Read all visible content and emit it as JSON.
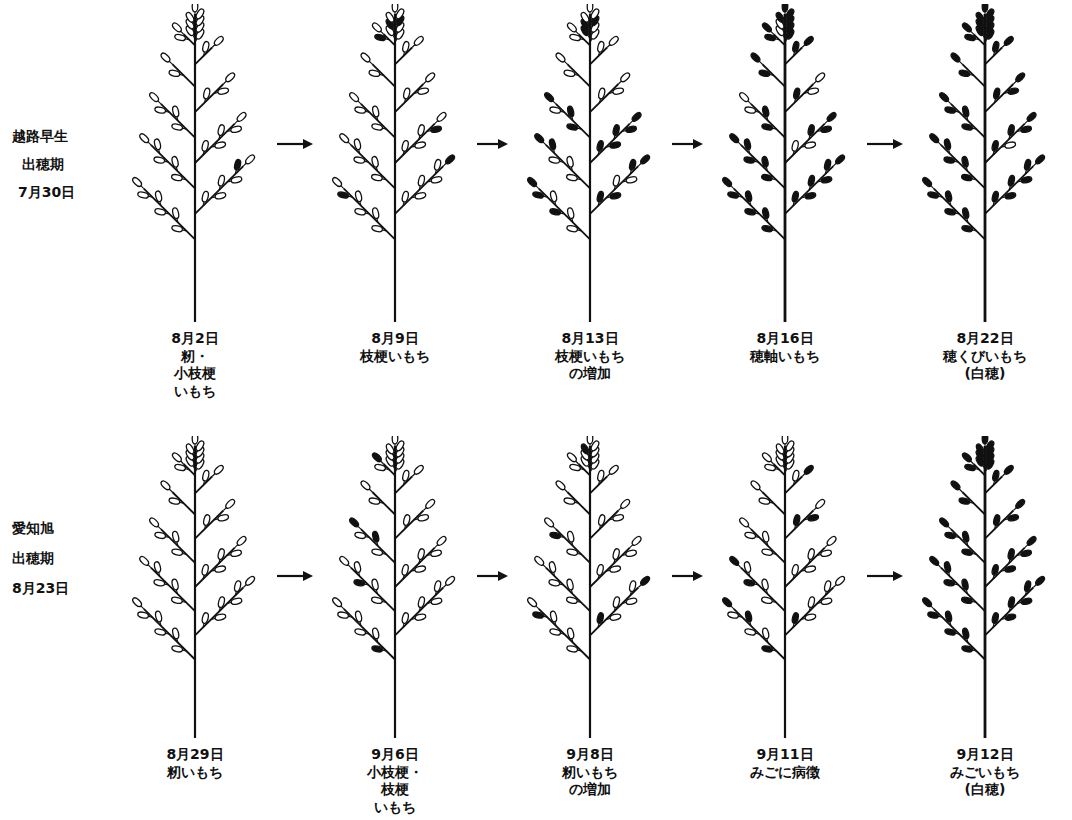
{
  "diagram": {
    "nodes": [
      {
        "text": [
          "8月2日",
          "籾・小枝梗 いもち"
        ]
      },
      {
        "text": [
          "8月9日",
          "枝梗いもち"
        ]
      },
      {
        "text": [
          "8月13日",
          "枝梗いもち の増加"
        ]
      },
      {
        "text": [
          "8月16日",
          "穂軸いもち"
        ]
      },
      {
        "text": [
          "8月22日",
          "穂くびいもち (白穂)"
        ]
      },
      {
        "text": [
          "8月29日",
          "籾いもち"
        ]
      },
      {
        "text": [
          "9月6日",
          "小枝梗・枝梗 いもち"
        ]
      },
      {
        "text": [
          "9月8日",
          "籾いもち の増加"
        ]
      },
      {
        "text": [
          "9月11日",
          "みごに病徴"
        ]
      },
      {
        "text": [
          "9月12日",
          "みごいもち (白穂)"
        ]
      }
    ],
    "edges": [
      {
        "from": 0,
        "to": 1,
        "arrow": "to"
      },
      {
        "from": 1,
        "to": 2,
        "arrow": "to"
      },
      {
        "from": 2,
        "to": 3,
        "arrow": "to"
      },
      {
        "from": 3,
        "to": 4,
        "arrow": "to"
      },
      {
        "from": 5,
        "to": 6,
        "arrow": "to"
      },
      {
        "from": 6,
        "to": 7,
        "arrow": "to"
      },
      {
        "from": 7,
        "to": 8,
        "arrow": "to"
      },
      {
        "from": 8,
        "to": 9,
        "arrow": "to"
      }
    ],
    "labels": [
      "越路早生",
      "出穂期",
      "7月30日",
      "愛知旭",
      "出穂期",
      "8月23日"
    ]
  }
}
